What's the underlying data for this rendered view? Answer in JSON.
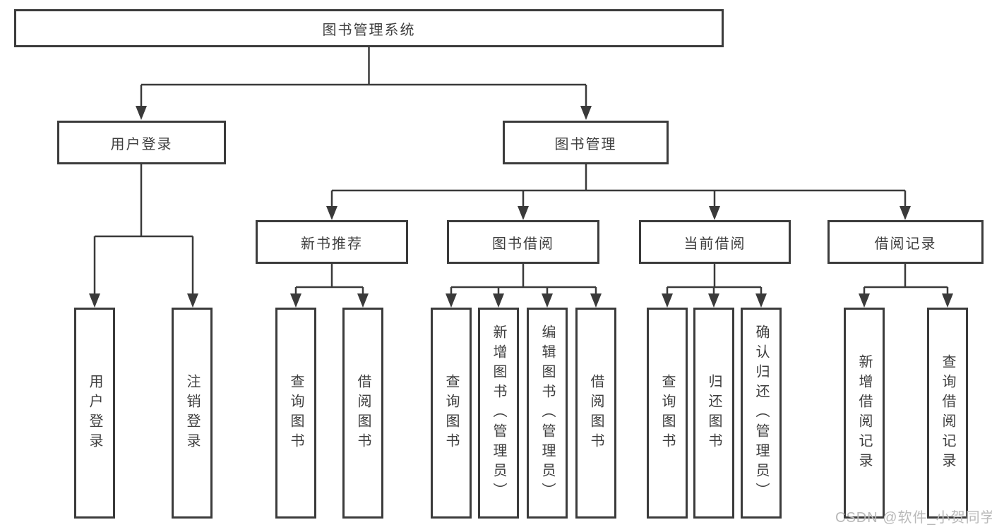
{
  "tree": {
    "root": {
      "label": "图书管理系统",
      "children": [
        {
          "label": "用户登录",
          "children": [
            {
              "label": "用户登录"
            },
            {
              "label": "注销登录"
            }
          ]
        },
        {
          "label": "图书管理",
          "children": [
            {
              "label": "新书推荐",
              "children": [
                {
                  "label": "查询图书"
                },
                {
                  "label": "借阅图书"
                }
              ]
            },
            {
              "label": "图书借阅",
              "children": [
                {
                  "label": "查询图书"
                },
                {
                  "label": "新增图书（管理员）"
                },
                {
                  "label": "编辑图书（管理员）"
                },
                {
                  "label": "借阅图书"
                }
              ]
            },
            {
              "label": "当前借阅",
              "children": [
                {
                  "label": "查询图书"
                },
                {
                  "label": "归还图书"
                },
                {
                  "label": "确认归还（管理员）"
                }
              ]
            },
            {
              "label": "借阅记录",
              "children": [
                {
                  "label": "新增借阅记录"
                },
                {
                  "label": "查询借阅记录"
                }
              ]
            }
          ]
        }
      ]
    }
  },
  "watermark": {
    "text": "CSDN @软件_小贺同学",
    "color": "#b9b9b9"
  },
  "colors": {
    "line": "#3a3a3a",
    "box_border": "#3b3b3b",
    "text": "#3f3f3f",
    "background": "#ffffff"
  }
}
